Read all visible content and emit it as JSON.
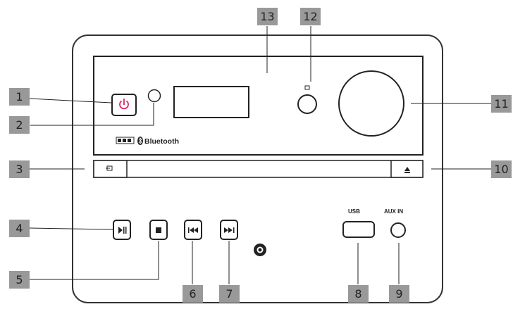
{
  "callouts": [
    {
      "id": "1",
      "label": "1"
    },
    {
      "id": "2",
      "label": "2"
    },
    {
      "id": "3",
      "label": "3"
    },
    {
      "id": "4",
      "label": "4"
    },
    {
      "id": "5",
      "label": "5"
    },
    {
      "id": "6",
      "label": "6"
    },
    {
      "id": "7",
      "label": "7"
    },
    {
      "id": "8",
      "label": "8"
    },
    {
      "id": "9",
      "label": "9"
    },
    {
      "id": "10",
      "label": "10"
    },
    {
      "id": "11",
      "label": "11"
    },
    {
      "id": "12",
      "label": "12"
    },
    {
      "id": "13",
      "label": "13"
    }
  ],
  "panel": {
    "usb_label": "USB",
    "aux_label": "AUX IN",
    "bluetooth_label": "Bluetooth",
    "cd_logo": "CD",
    "accent_power": "#e0245e"
  },
  "icons": {
    "power": "power-icon",
    "play_pause": "play-pause-icon",
    "stop": "stop-icon",
    "prev": "skip-back-icon",
    "next": "skip-forward-icon",
    "eject": "eject-icon",
    "source": "source-icon",
    "brand": "brand-logo-icon",
    "bluetooth": "bluetooth-icon"
  }
}
